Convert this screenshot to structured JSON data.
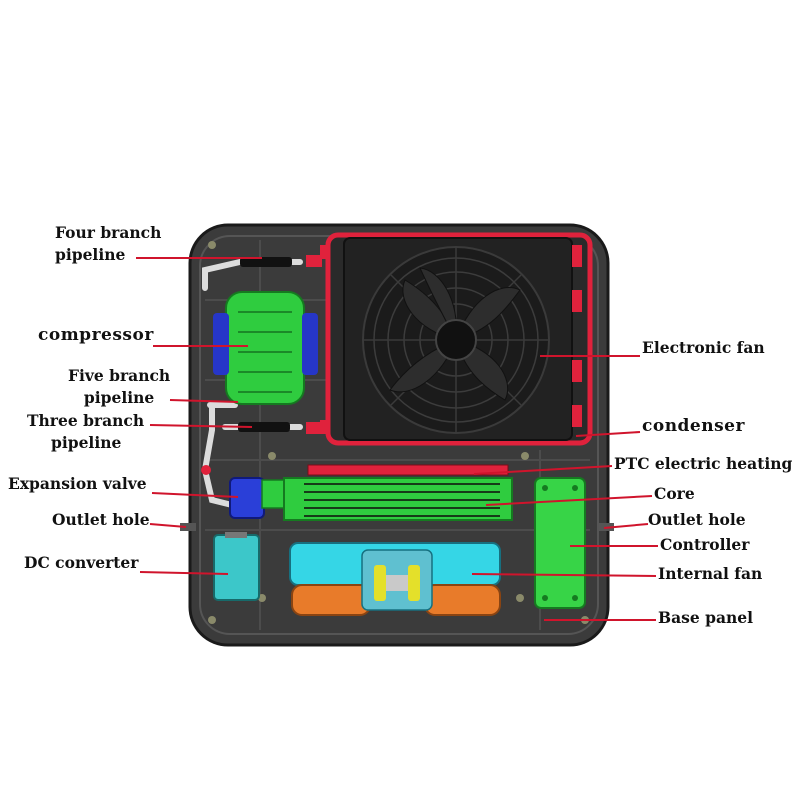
{
  "labels": {
    "four_branch_pipeline": "Four branch\npipeline",
    "compressor": "compressor",
    "five_branch_pipeline": "Five branch\npipeline",
    "three_branch_pipeline": "Three branch\npipeline",
    "expansion_valve": "Expansion valve",
    "outlet_hole_left": "Outlet hole",
    "dc_converter": "DC converter",
    "electronic_fan": "Electronic fan",
    "condenser": "condenser",
    "ptc_electric_heating": "PTC electric heating",
    "core": "Core",
    "outlet_hole_right": "Outlet hole",
    "controller": "Controller",
    "internal_fan": "Internal fan",
    "base_panel": "Base panel"
  },
  "colors": {
    "leader_line": "#d0142c",
    "base_panel": "#3a3a3a",
    "compressor": "#27c73a",
    "fan": "#1e1e1e",
    "condenser_frame": "#e0223c",
    "core": "#2fd23f",
    "controller": "#35d245",
    "dc_converter": "#3cc7c9",
    "internal_fan_housing": "#35d6e6",
    "internal_fan_scroll": "#e87b2a",
    "ptc_heater": "#e0223c",
    "expansion_valve": "#2a3fd8"
  }
}
